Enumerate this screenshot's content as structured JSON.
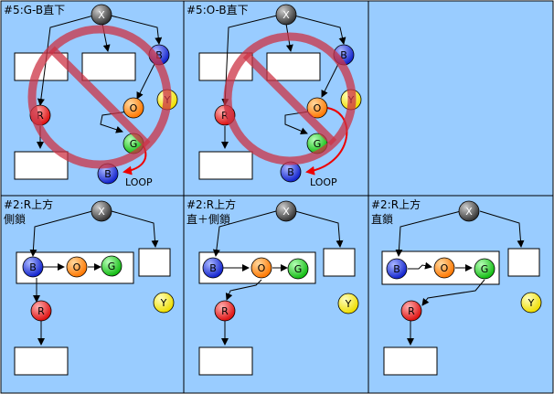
{
  "panels": [
    {
      "title": [
        "#5:G-B直下"
      ],
      "forbidden": true,
      "loop_label": "LOOP",
      "bg": "#99ccff"
    },
    {
      "title": [
        "#5:O-B直下"
      ],
      "forbidden": true,
      "loop_label": "LOOP",
      "bg": "#99ccff"
    },
    {
      "title": [],
      "forbidden": false,
      "bg": "#99ccff"
    },
    {
      "title": [
        "#2:R上方",
        "側鎖"
      ],
      "forbidden": false,
      "bg": "#99ccff"
    },
    {
      "title": [
        "#2:R上方",
        "直＋側鎖"
      ],
      "forbidden": false,
      "bg": "#99ccff"
    },
    {
      "title": [
        "#2:R上方",
        "直鎖"
      ],
      "forbidden": false,
      "bg": "#99ccff"
    }
  ],
  "node_letters": {
    "X": "X",
    "B": "B",
    "O": "O",
    "G": "G",
    "R": "R",
    "Y": "Y"
  },
  "colors": {
    "X": "#555555",
    "B": "#2233ee",
    "O": "#ff8800",
    "G": "#22cc22",
    "R": "#ee2222",
    "Y": "#ffee00",
    "forbid": "#cc3344",
    "loop_arrow": "#ee0000"
  }
}
